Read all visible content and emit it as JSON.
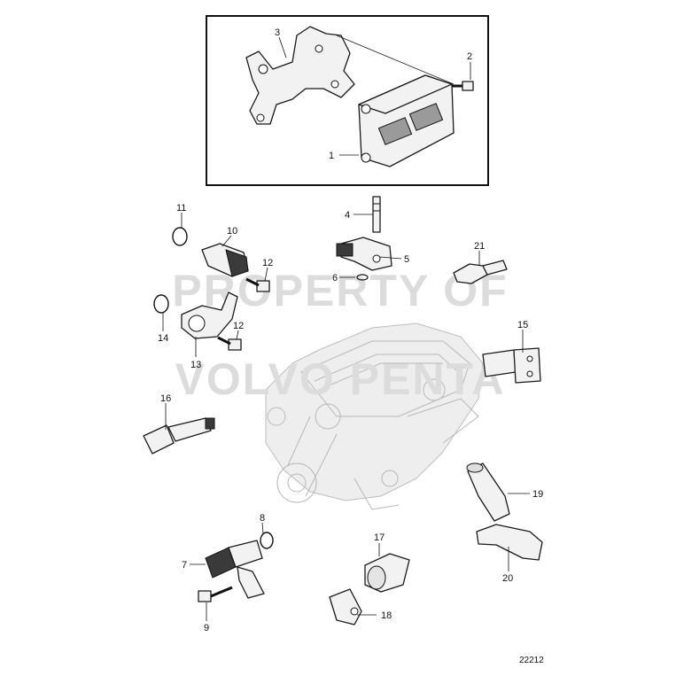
{
  "watermark": {
    "line1": "PROPERTY OF",
    "line2": "VOLVO PENTA"
  },
  "figure_id": "22212",
  "callouts": {
    "c1": "1",
    "c2": "2",
    "c3": "3",
    "c4": "4",
    "c5": "5",
    "c6": "6",
    "c7": "7",
    "c8": "8",
    "c9": "9",
    "c10": "10",
    "c11": "11",
    "c12a": "12",
    "c12b": "12",
    "c13": "13",
    "c14": "14",
    "c15": "15",
    "c16": "16",
    "c17": "17",
    "c18": "18",
    "c19": "19",
    "c20": "20",
    "c21": "21"
  }
}
